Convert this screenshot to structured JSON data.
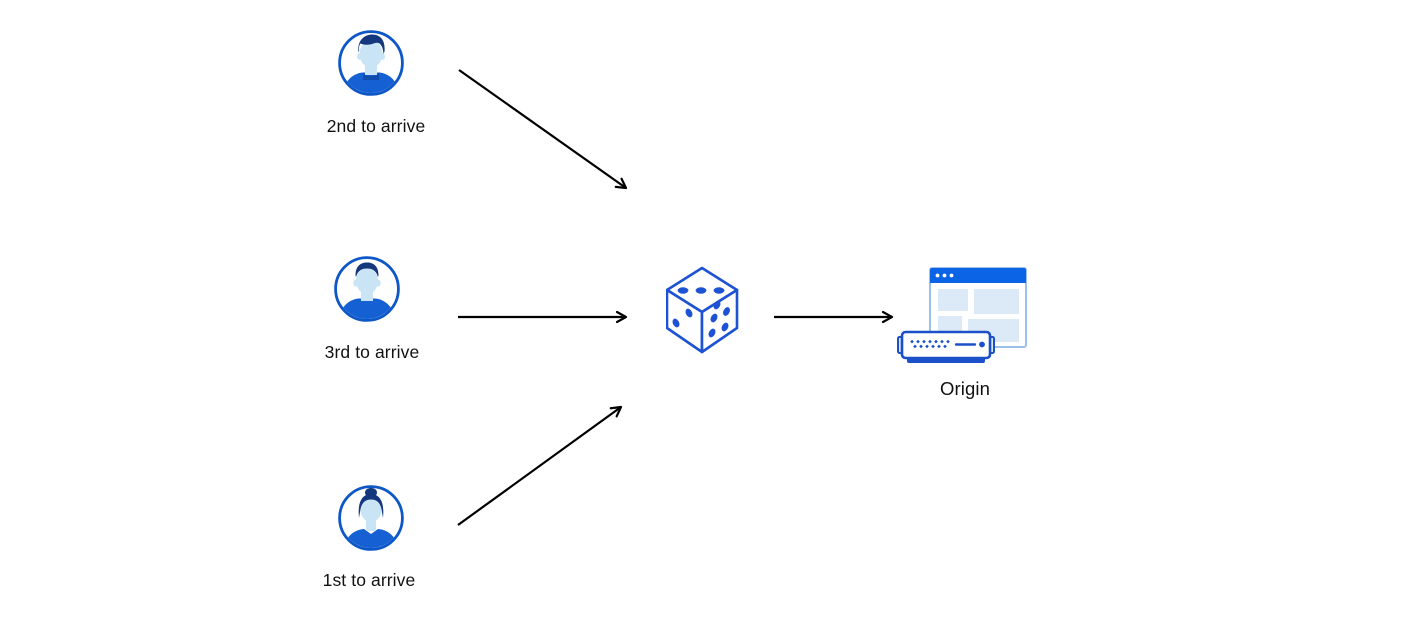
{
  "diagram": {
    "background_color": "#ffffff",
    "arrow_color": "#000000",
    "colors": {
      "avatar_ring_blue": "#0d57c6",
      "avatar_hair_navy": "#14377e",
      "avatar_skin_light_blue": "#c8e4f5",
      "shirt_blue": "#1560d2",
      "shirt_shade_blue": "#0f4cae",
      "dice_blue": "#1d52d4",
      "window_titlebar_blue": "#0b63e6",
      "window_border_light_blue": "#9cc0ea",
      "window_panel_light_blue": "#dce9f6",
      "server_border_blue": "#1b50c8",
      "server_tab_light_blue": "#d8e8f8"
    },
    "nodes": {
      "user_top": {
        "label": "2nd to arrive",
        "icon": "user-avatar-man-quiff-icon"
      },
      "user_middle": {
        "label": "3rd to arrive",
        "icon": "user-avatar-man-crop-icon"
      },
      "user_bottom": {
        "label": "1st to arrive",
        "icon": "user-avatar-woman-bun-icon"
      },
      "randomizer": {
        "icon": "dice-icon",
        "dice_faces": {
          "top_pips": 3,
          "left_pips": 2,
          "right_pips": 5
        }
      },
      "origin": {
        "label": "Origin",
        "icon": "origin-browser-server-icon"
      }
    },
    "edges": [
      {
        "from": "user_top",
        "to": "randomizer"
      },
      {
        "from": "user_middle",
        "to": "randomizer"
      },
      {
        "from": "user_bottom",
        "to": "randomizer"
      },
      {
        "from": "randomizer",
        "to": "origin"
      }
    ]
  }
}
